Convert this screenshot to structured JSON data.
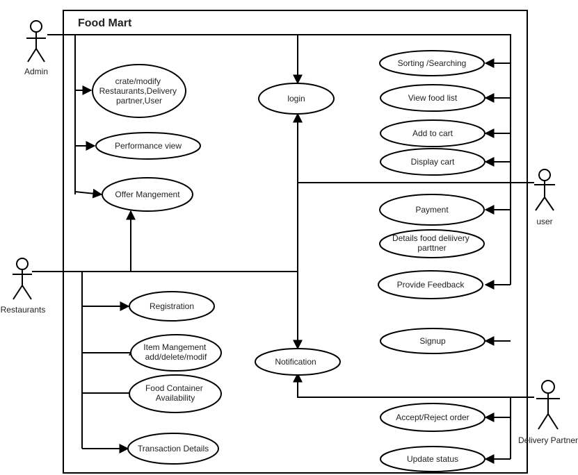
{
  "system": {
    "title": "Food Mart"
  },
  "actors": {
    "admin": "Admin",
    "restaurants": "Restaurants",
    "user": "user",
    "delivery": "Delivery Partner"
  },
  "usecases": {
    "crate_modify": [
      "crate/modify",
      "Restaurants,Delivery",
      "partner,User"
    ],
    "performance_view": "Performance view",
    "offer_management": "Offer Mangement",
    "login": "login",
    "sorting_searching": "Sorting /Searching",
    "view_food_list": "View food list",
    "add_to_cart": "Add to cart",
    "display_cart": "Display cart",
    "payment": "Payment",
    "details_delivery": [
      "Details food deliivery",
      "parttner"
    ],
    "provide_feedback": "Provide Feedback",
    "signup": "Signup",
    "registration": "Registration",
    "item_management": [
      "Item Mangement",
      "add/delete/modif"
    ],
    "food_container": [
      "Food Container",
      "Availability"
    ],
    "transaction_details": "Transaction Details",
    "notification": "Notification",
    "accept_reject": "Accept/Reject order",
    "update_status": "Update status"
  }
}
